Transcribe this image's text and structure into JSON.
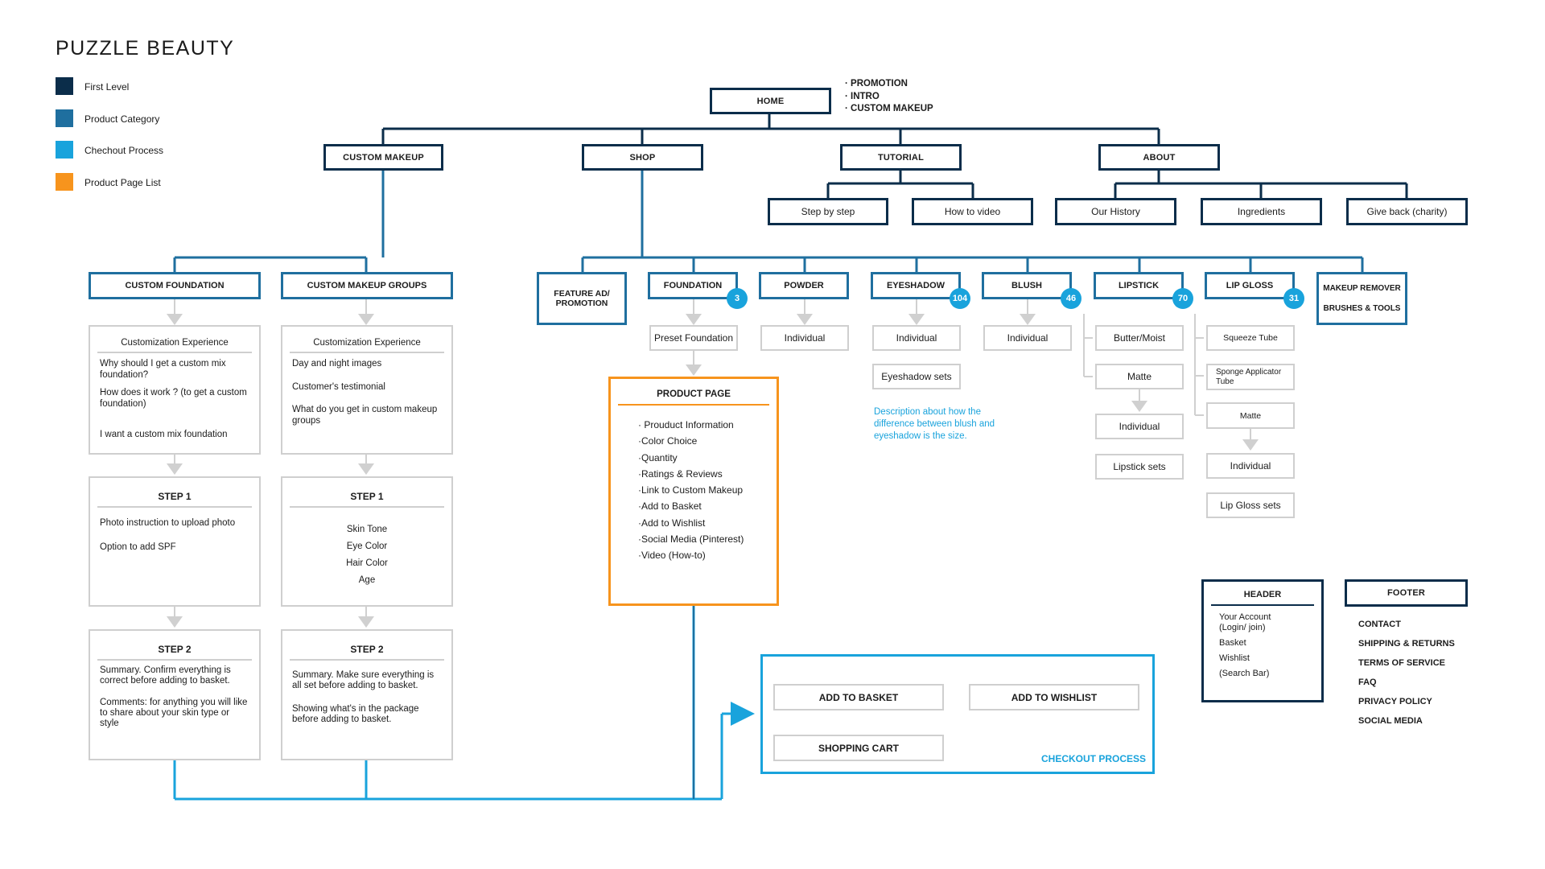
{
  "title": "PUZZLE BEAUTY",
  "legend": [
    {
      "label": "First Level",
      "color": "#0b2d4a"
    },
    {
      "label": "Product Category",
      "color": "#1f6f9f"
    },
    {
      "label": "Chechout Process",
      "color": "#19a3dc"
    },
    {
      "label": "Product Page List",
      "color": "#f7941d"
    }
  ],
  "home": {
    "label": "HOME",
    "notes": [
      "· PROMOTION",
      "· INTRO",
      "· CUSTOM MAKEUP"
    ]
  },
  "level1": {
    "custom_makeup": "CUSTOM MAKEUP",
    "shop": "SHOP",
    "tutorial": "TUTORIAL",
    "about": "ABOUT"
  },
  "tutorial_children": [
    "Step by step",
    "How to video"
  ],
  "about_children": [
    "Our History",
    "Ingredients",
    "Give back (charity)"
  ],
  "custom_foundation": {
    "title": "CUSTOM FOUNDATION",
    "experience": {
      "heading": "Customization Experience",
      "items": [
        "Why should I get a custom mix foundation?",
        "How does it work ? (to get a custom foundation)",
        "I want a custom mix foundation"
      ]
    },
    "step1": {
      "heading": "STEP 1",
      "items": [
        "Photo instruction to upload photo",
        "Option to add SPF"
      ]
    },
    "step2": {
      "heading": "STEP 2",
      "items": [
        "Summary. Confirm everything is correct before adding to basket.",
        "Comments: for anything you will like to share about your skin type or style"
      ]
    }
  },
  "custom_groups": {
    "title": "CUSTOM MAKEUP GROUPS",
    "experience": {
      "heading": "Customization Experience",
      "items": [
        "Day and night images",
        "Customer's testimonial",
        "What do you get in custom makeup groups"
      ]
    },
    "step1": {
      "heading": "STEP 1",
      "items": [
        "Skin Tone",
        "Eye Color",
        "Hair Color",
        "Age"
      ]
    },
    "step2": {
      "heading": "STEP 2",
      "items": [
        "Summary. Make sure everything is all set before adding to basket.",
        "Showing what's in the package before adding to basket."
      ]
    }
  },
  "shop_categories": {
    "feature": "FEATURE AD/ PROMOTION",
    "foundation": {
      "label": "FOUNDATION",
      "count": "3"
    },
    "powder": {
      "label": "POWDER"
    },
    "eyeshadow": {
      "label": "EYESHADOW",
      "count": "104"
    },
    "blush": {
      "label": "BLUSH",
      "count": "46"
    },
    "lipstick": {
      "label": "LIPSTICK",
      "count": "70"
    },
    "lipgloss": {
      "label": "LIP GLOSS",
      "count": "31"
    },
    "remover": {
      "line1": "MAKEUP REMOVER",
      "line2": "BRUSHES & TOOLS"
    }
  },
  "foundation_child": "Preset Foundation",
  "powder_child": "Individual",
  "eyeshadow_children": [
    "Individual",
    "Eyeshadow sets"
  ],
  "eyeshadow_note": "Description about how the difference between blush and eyeshadow is the size.",
  "blush_child": "Individual",
  "lipstick_children": {
    "butter": "Butter/Moist",
    "matte": "Matte",
    "individual": "Individual",
    "sets": "Lipstick sets"
  },
  "lipgloss_children": {
    "squeeze": "Squeeze Tube",
    "sponge": "Sponge Applicator Tube",
    "matte": "Matte",
    "individual": "Individual",
    "sets": "Lip Gloss sets"
  },
  "product_page": {
    "title": "PRODUCT PAGE",
    "items": [
      "· Prouduct Information",
      "·Color Choice",
      "·Quantity",
      "·Ratings & Reviews",
      "·Link to Custom Makeup",
      "·Add to Basket",
      "·Add to Wishlist",
      "·Social Media (Pinterest)",
      "·Video (How-to)"
    ]
  },
  "checkout": {
    "add_basket": "ADD TO BASKET",
    "add_wishlist": "ADD TO WISHLIST",
    "cart": "SHOPPING CART",
    "label": "CHECKOUT PROCESS"
  },
  "header": {
    "title": "HEADER",
    "items": [
      "Your Account (Login/ join)",
      "Basket",
      "Wishlist",
      "(Search Bar)"
    ]
  },
  "footer": {
    "title": "FOOTER",
    "items": [
      "CONTACT",
      "SHIPPING & RETURNS",
      "TERMS OF SERVICE",
      "FAQ",
      "PRIVACY POLICY",
      "SOCIAL MEDIA"
    ]
  }
}
